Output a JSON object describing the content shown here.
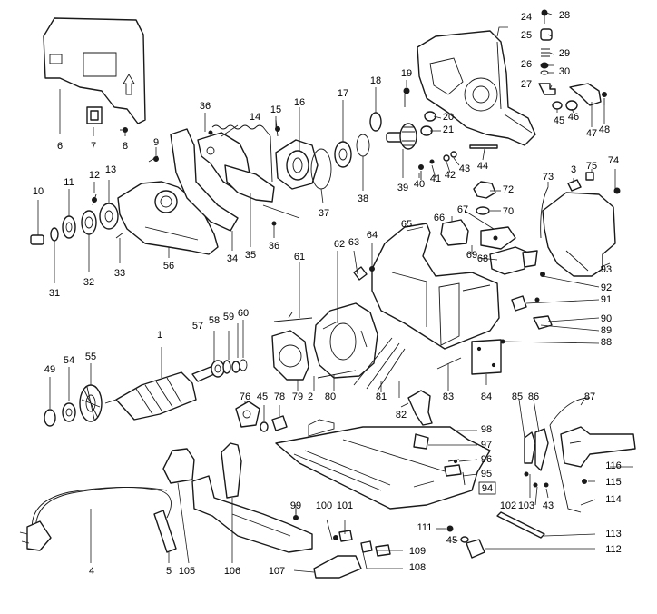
{
  "labels": [
    "1",
    "2",
    "3",
    "4",
    "5",
    "6",
    "7",
    "8",
    "9",
    "10",
    "11",
    "12",
    "13",
    "14",
    "15",
    "16",
    "17",
    "18",
    "19",
    "20",
    "21",
    "24",
    "25",
    "26",
    "27",
    "28",
    "29",
    "30",
    "31",
    "32",
    "33",
    "34",
    "35",
    "36",
    "36",
    "37",
    "38",
    "39",
    "40",
    "41",
    "42",
    "43",
    "43",
    "44",
    "45",
    "45",
    "45",
    "46",
    "47",
    "48",
    "49",
    "54",
    "55",
    "56",
    "57",
    "58",
    "59",
    "60",
    "61",
    "62",
    "63",
    "64",
    "65",
    "66",
    "67",
    "68",
    "69",
    "70",
    "72",
    "73",
    "74",
    "75",
    "76",
    "78",
    "79",
    "80",
    "81",
    "82",
    "83",
    "84",
    "85",
    "86",
    "87",
    "88",
    "89",
    "90",
    "91",
    "92",
    "93",
    "94",
    "95",
    "96",
    "97",
    "98",
    "99",
    "100",
    "101",
    "102",
    "103",
    "105",
    "106",
    "107",
    "108",
    "109",
    "111",
    "112",
    "113",
    "114",
    "115",
    "116"
  ]
}
